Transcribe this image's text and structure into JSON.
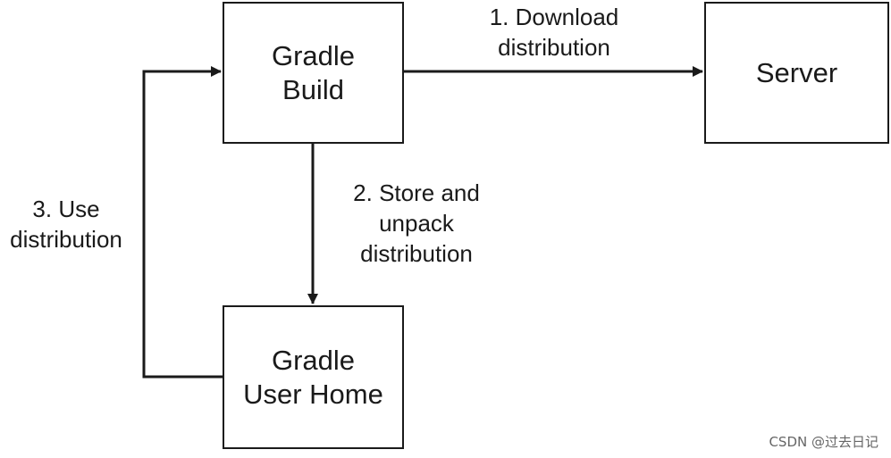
{
  "nodes": {
    "gradle_build": {
      "line1": "Gradle",
      "line2": "Build"
    },
    "server": {
      "line1": "Server"
    },
    "gradle_user_home": {
      "line1": "Gradle",
      "line2": "User Home"
    }
  },
  "edges": {
    "download": {
      "line1": "1. Download",
      "line2": "distribution"
    },
    "store": {
      "line1": "2. Store and",
      "line2": "unpack",
      "line3": "distribution"
    },
    "use": {
      "line1": "3. Use",
      "line2": "distribution"
    }
  },
  "watermark": "CSDN @过去日记",
  "colors": {
    "stroke": "#1a1a1a",
    "background": "#ffffff",
    "watermark": "#666666"
  }
}
